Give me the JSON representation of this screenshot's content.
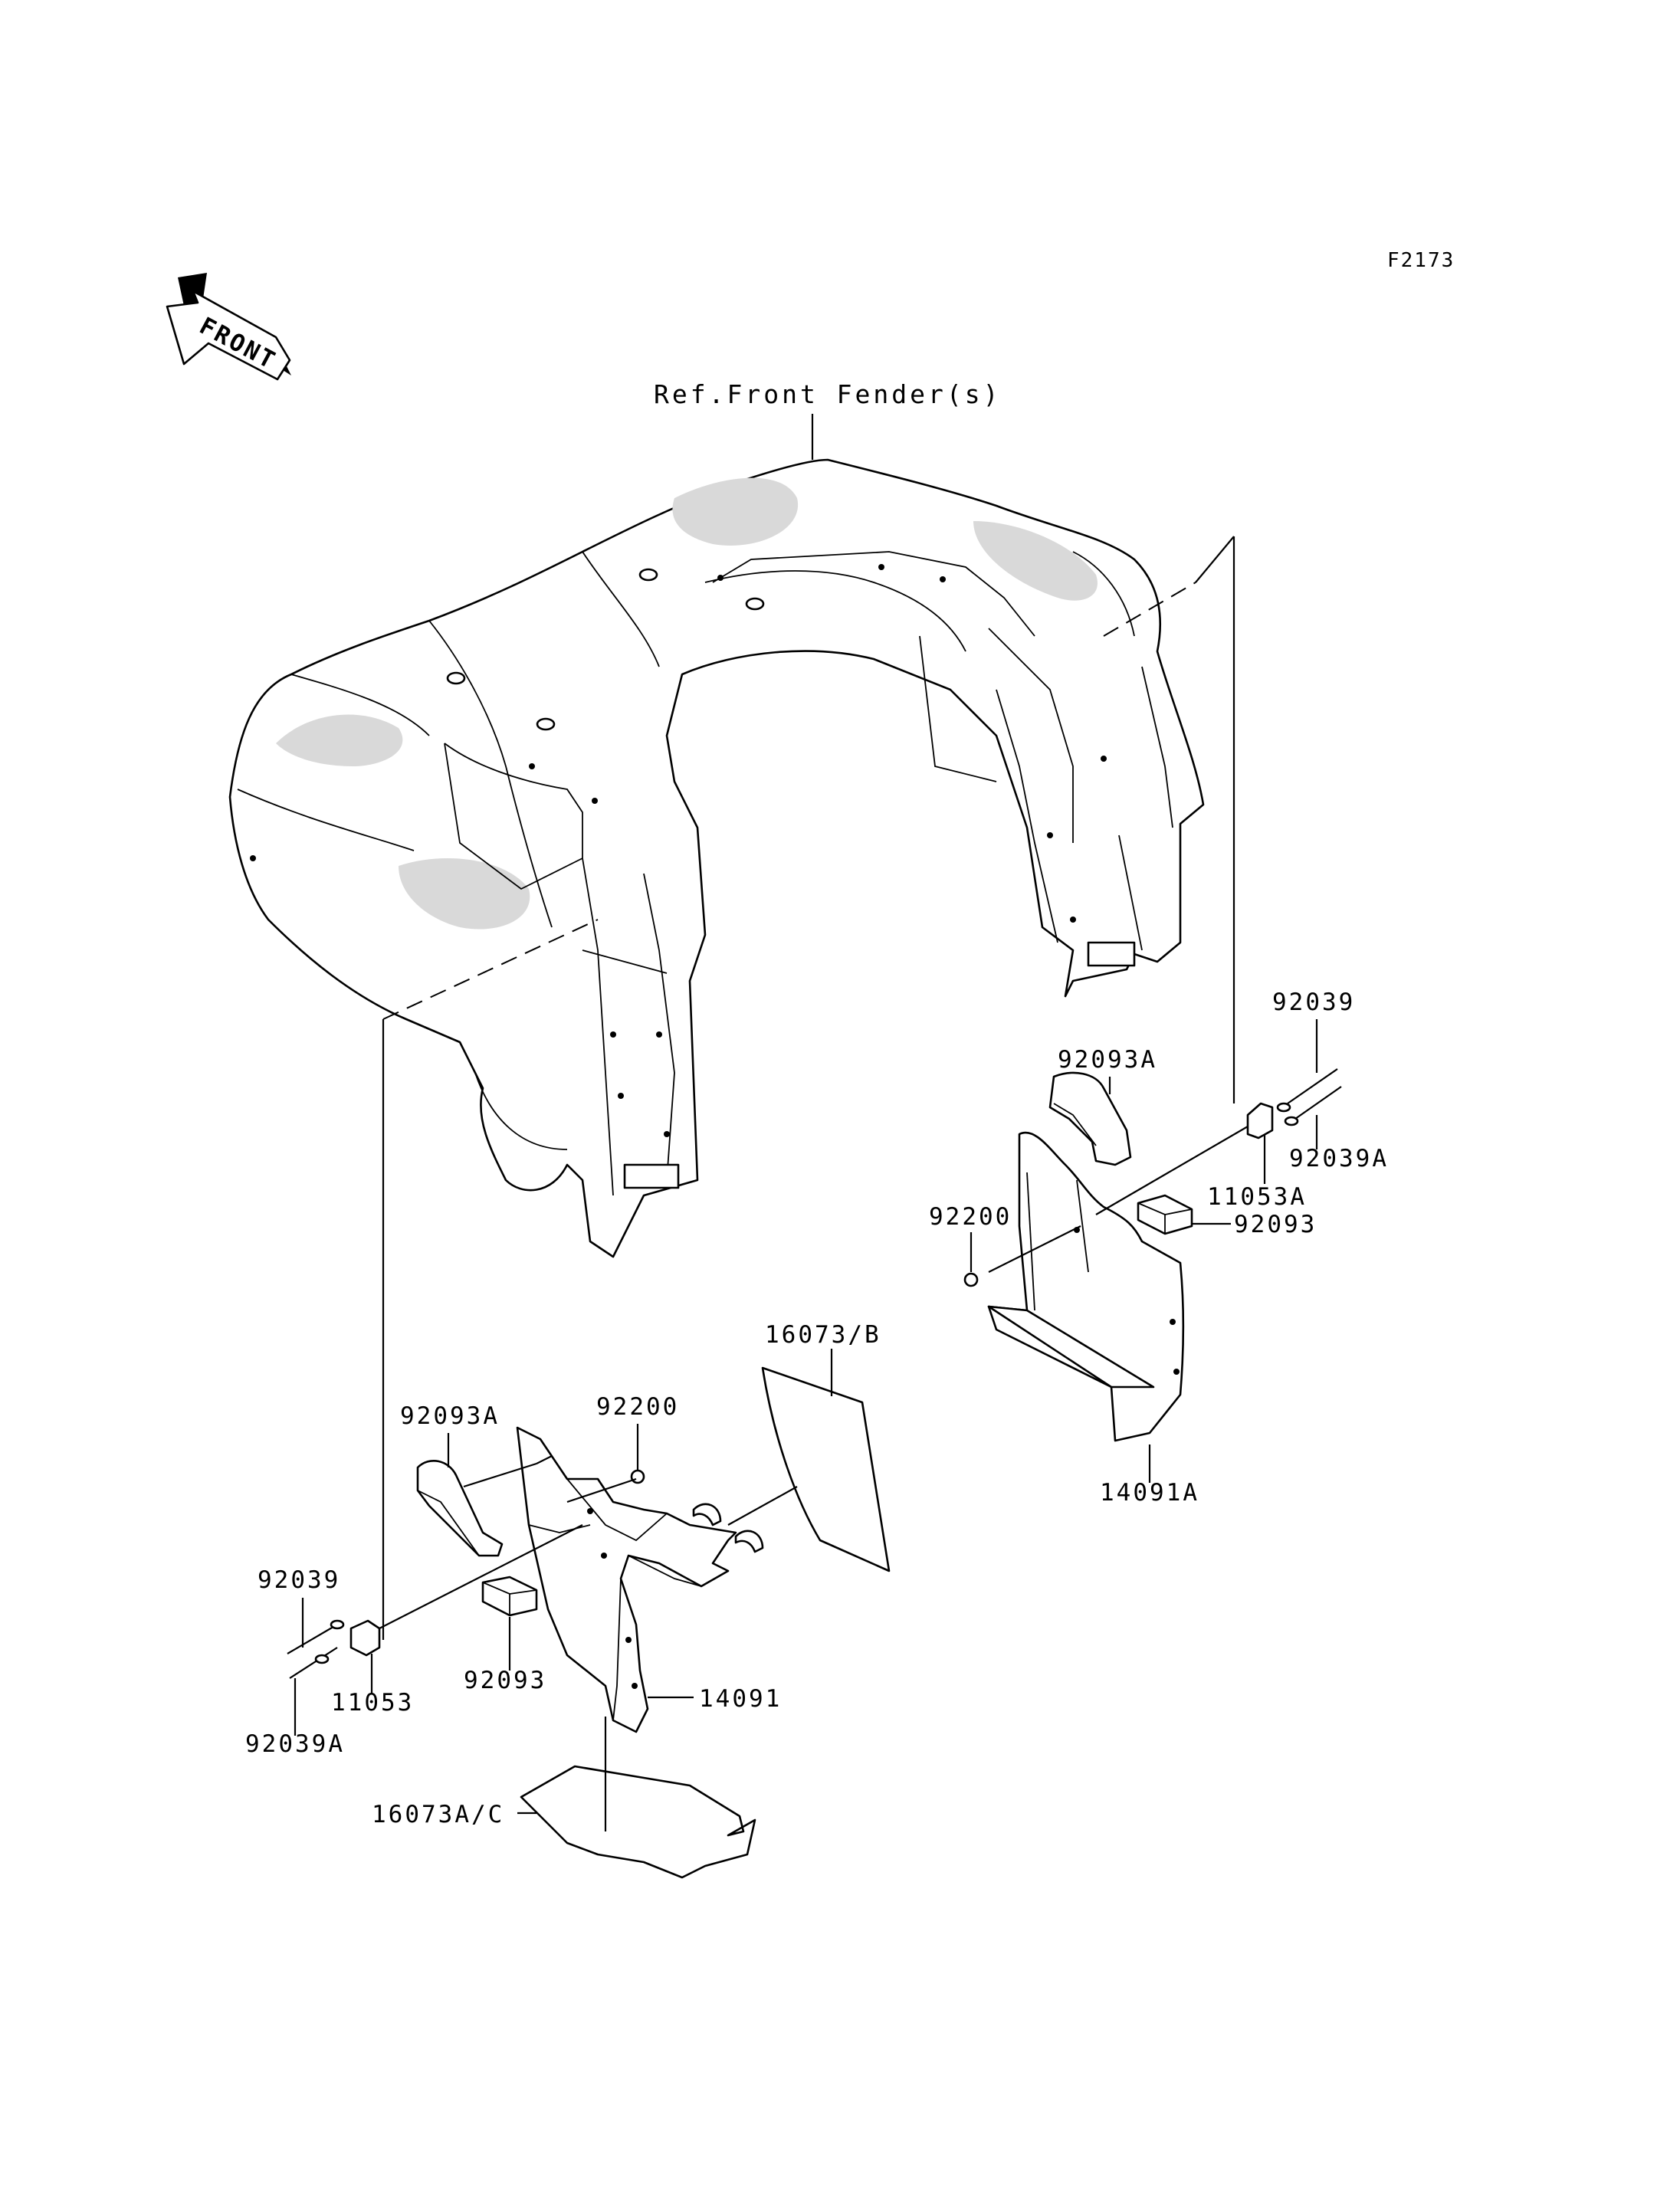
{
  "figure_code": "F2173",
  "front_arrow_label": "FRONT",
  "reference_label": "Ref.Front Fender(s)",
  "parts": {
    "p92039_right": "92039",
    "p92093A_right": "92093A",
    "p92039A_right": "92039A",
    "p11053A": "11053A",
    "p92200_right": "92200",
    "p92093_right": "92093",
    "p16073B": "16073/B",
    "p14091A": "14091A",
    "p92093A_left": "92093A",
    "p92200_left": "92200",
    "p92039_left": "92039",
    "p11053": "11053",
    "p92039A_left": "92039A",
    "p92093_left": "92093",
    "p14091": "14091",
    "p16073AC": "16073A/C"
  }
}
